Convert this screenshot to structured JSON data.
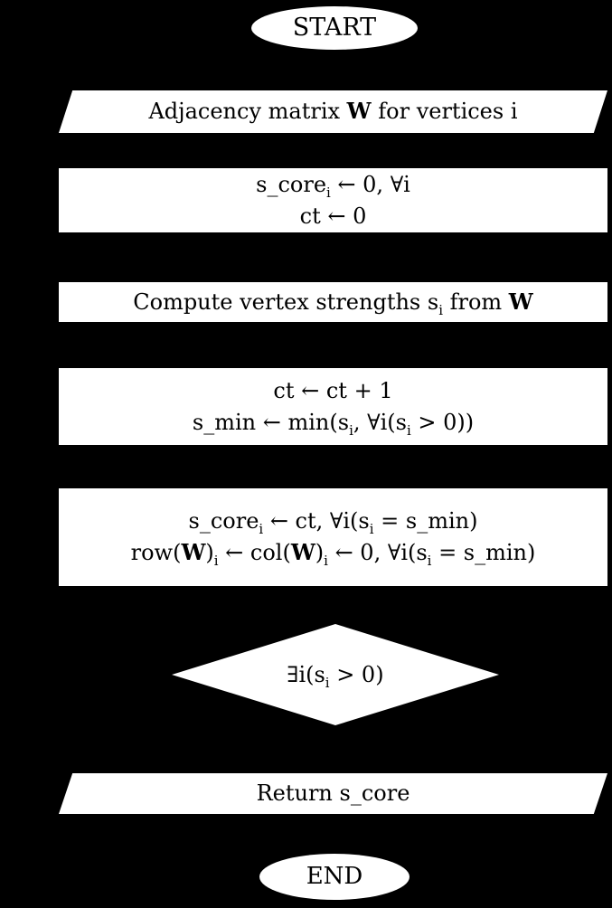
{
  "colors": {
    "background": "#000000",
    "node_fill": "#ffffff",
    "node_text": "#000000"
  },
  "nodes": {
    "start": {
      "type": "terminator",
      "label": "START"
    },
    "input": {
      "type": "io",
      "label": "Adjacency matrix <b>W</b> for vertices i"
    },
    "init": {
      "type": "process",
      "line1": "s_core<sub>i</sub> ← 0, ∀i",
      "line2": "ct ← 0"
    },
    "compute": {
      "type": "process",
      "label": "Compute vertex strengths s<sub>i</sub> from <b>W</b>"
    },
    "update": {
      "type": "process",
      "line1": "ct ← ct + 1",
      "line2": "s_min ← min(s<sub>i</sub>, ∀i(s<sub>i</sub> > 0))"
    },
    "assign": {
      "type": "process",
      "line1": "s_core<sub>i</sub> ← ct, ∀i(s<sub>i</sub> = s_min)",
      "line2": "row(<b>W</b>)<sub>i</sub> ← col(<b>W</b>)<sub>i</sub> ← 0, ∀i(s<sub>i</sub> = s_min)"
    },
    "decision": {
      "type": "decision",
      "label": "∃i(s<sub>i</sub> > 0)"
    },
    "output": {
      "type": "io",
      "label": "Return s_core"
    },
    "end": {
      "type": "terminator",
      "label": "END"
    }
  }
}
